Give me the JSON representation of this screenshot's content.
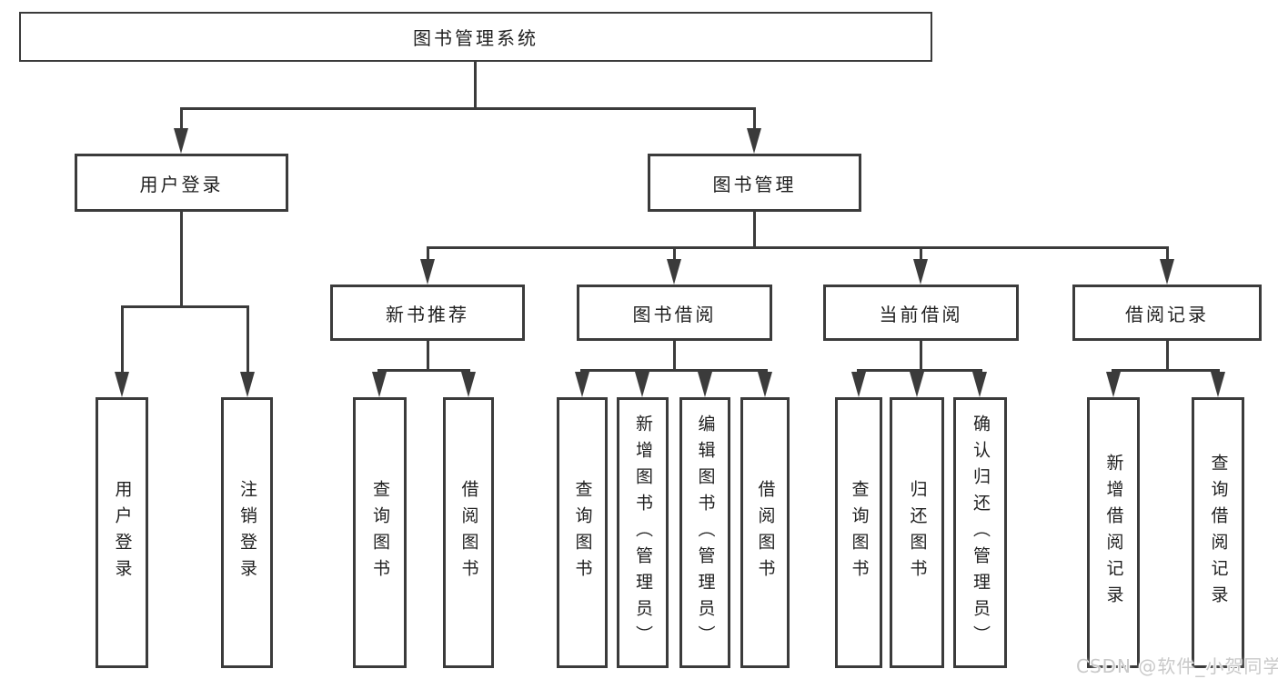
{
  "tree": {
    "label": "图书管理系统",
    "children": [
      {
        "label": "用户登录",
        "children": [
          {
            "label": "用户登录"
          },
          {
            "label": "注销登录"
          }
        ]
      },
      {
        "label": "图书管理",
        "children": [
          {
            "label": "新书推荐",
            "children": [
              {
                "label": "查询图书"
              },
              {
                "label": "借阅图书"
              }
            ]
          },
          {
            "label": "图书借阅",
            "children": [
              {
                "label": "查询图书"
              },
              {
                "label": "新增图书（管理员）"
              },
              {
                "label": "编辑图书（管理员）"
              },
              {
                "label": "借阅图书"
              }
            ]
          },
          {
            "label": "当前借阅",
            "children": [
              {
                "label": "查询图书"
              },
              {
                "label": "归还图书"
              },
              {
                "label": "确认归还（管理员）"
              }
            ]
          },
          {
            "label": "借阅记录",
            "children": [
              {
                "label": "新增借阅记录"
              },
              {
                "label": "查询借阅记录"
              }
            ]
          }
        ]
      }
    ]
  },
  "watermark": {
    "text": "CSDN @软件_小贺同学"
  },
  "colors": {
    "line": "#3b3b3b",
    "text": "#1f1f1f",
    "background": "#ffffff",
    "watermark": "#c9c9c9"
  }
}
